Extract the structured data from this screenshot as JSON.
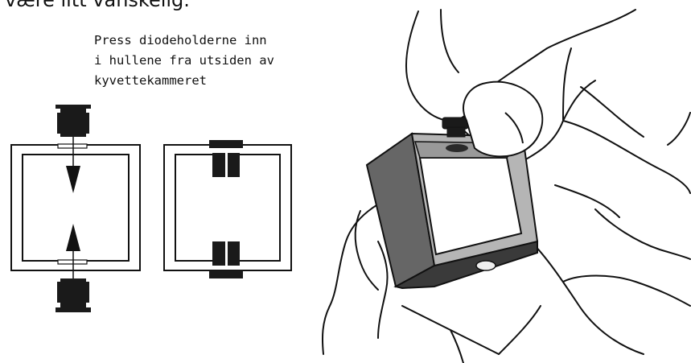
{
  "top_caption": "være litt vanskelig.",
  "instruction": {
    "line1": "Press diodeholderne inn",
    "line2": "i hullene fra utsiden av",
    "line3": "kyvettekammeret"
  },
  "colors": {
    "ink": "#111111",
    "holder": "#1a1a1a",
    "box_side": "#666666",
    "box_dark": "#3a3a3a",
    "box_inner_wall": "#b5b5b5",
    "paper": "#ffffff"
  },
  "icons": {
    "left_figure": "holder-insertion-before",
    "middle_figure": "holder-insertion-after",
    "right_figure": "hands-pressing-holder-into-cuvette-chamber"
  }
}
